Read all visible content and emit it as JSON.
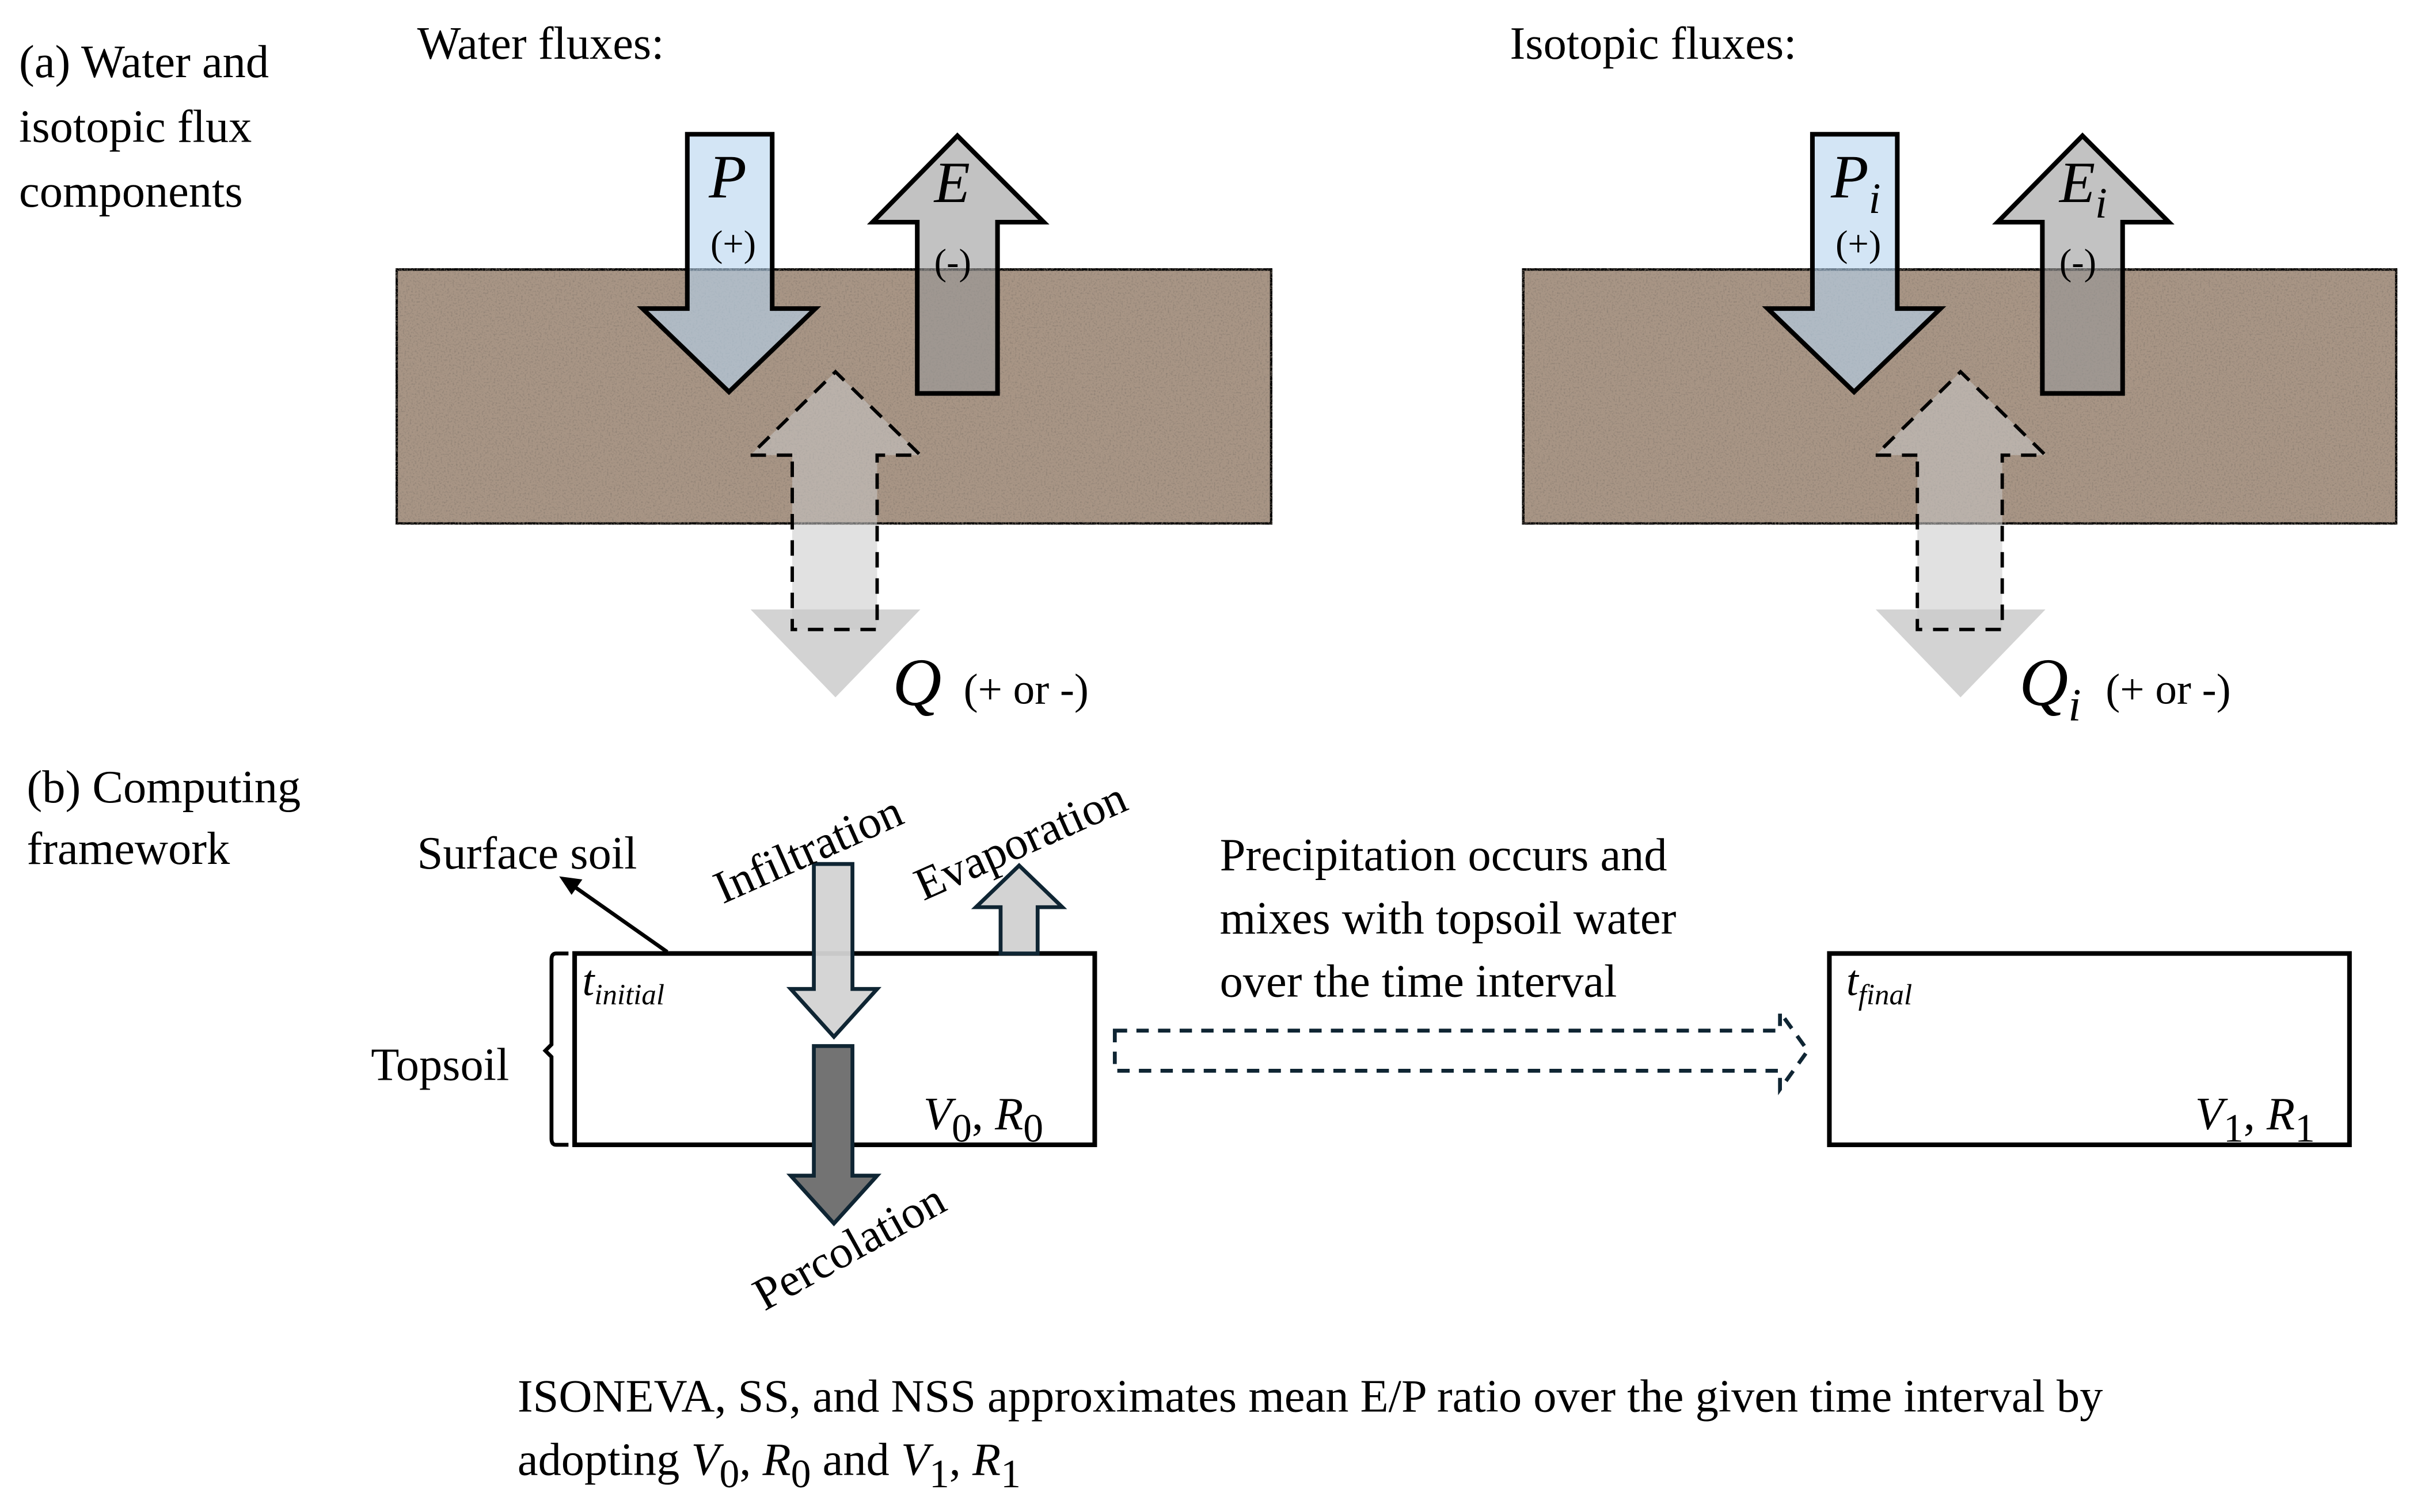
{
  "panel_a": {
    "label_lines": [
      "(a)  Water and",
      "isotopic flux",
      "components"
    ],
    "water": {
      "title": "Water fluxes:",
      "p_symbol": "P",
      "p_sign": "(+)",
      "e_symbol": "E",
      "e_sign": "(-)",
      "q_symbol": "Q",
      "q_sign": "(+ or -)"
    },
    "isotopic": {
      "title": "Isotopic fluxes:",
      "p_symbol": "P",
      "p_sub": "i",
      "p_sign": "(+)",
      "e_symbol": "E",
      "e_sub": "i",
      "e_sign": "(-)",
      "q_symbol": "Q",
      "q_sub": "i",
      "q_sign": "(+ or -)"
    }
  },
  "panel_b": {
    "label_lines": [
      "(b) Computing",
      "framework"
    ],
    "surface_soil": "Surface soil",
    "topsoil": "Topsoil",
    "infiltration": "Infiltration",
    "evaporation": "Evaporation",
    "percolation": "Percolation",
    "initial_box": {
      "t": "t",
      "t_sub": "initial",
      "v": "V",
      "v_sub": "0",
      "sep": ", ",
      "r": "R",
      "r_sub": "0"
    },
    "final_box": {
      "t": "t",
      "t_sub": "final",
      "v": "V",
      "v_sub": "1",
      "sep": ", ",
      "r": "R",
      "r_sub": "1"
    },
    "process_lines": [
      "Precipitation occurs and",
      "mixes with topsoil water",
      "over the time interval"
    ],
    "footer_line1": "ISONEVA, SS, and NSS approximates mean E/P ratio over the given time interval by",
    "footer_line2_prefix": "adopting ",
    "footer_v0": "V",
    "footer_v0_sub": "0",
    "footer_r0": "R",
    "footer_r0_sub": "0",
    "footer_and": " and ",
    "footer_v1": "V",
    "footer_v1_sub": "1",
    "footer_r1": "R",
    "footer_r1_sub": "1",
    "comma": ", "
  },
  "colors": {
    "soil": "#a89585",
    "precip_fill": "#b5d4ee",
    "evap_fill": "#9a9a9a",
    "q_fill": "#c8c8c8",
    "light_arrow": "#d3d3d3",
    "dark_arrow": "#737373",
    "arrow_stroke": "#0f2533"
  }
}
